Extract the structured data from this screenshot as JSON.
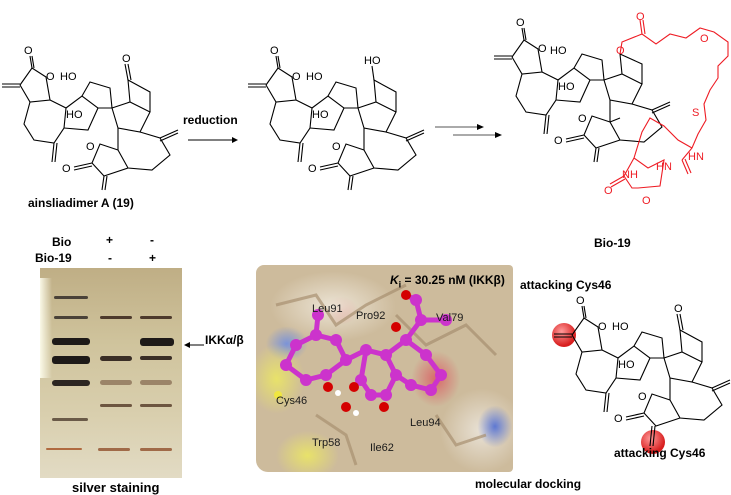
{
  "scheme": {
    "compound_1": {
      "name": "ainsliadimer A (19)",
      "labels": [
        "O",
        "O",
        "HO",
        "HO",
        "O",
        "O",
        "O"
      ]
    },
    "arrow_1": {
      "label": "reduction"
    },
    "compound_2": {
      "labels": [
        "O",
        "O",
        "HO",
        "HO",
        "HO",
        "O",
        "O"
      ]
    },
    "arrow_2": {
      "label": ""
    },
    "compound_3": {
      "name": "Bio-19",
      "labels": [
        "O",
        "O",
        "HO",
        "HO",
        "O",
        "O",
        "O",
        "O",
        "O",
        "HN",
        "S",
        "HN",
        "NH",
        "O",
        "O"
      ],
      "linker_color": "#ee1c24"
    }
  },
  "gel": {
    "rows": [
      {
        "label": "Bio",
        "lanes": [
          "+",
          "-"
        ]
      },
      {
        "label": "Bio-19",
        "lanes": [
          "-",
          "+"
        ]
      }
    ],
    "band_annotation": "IKKα/β",
    "caption": "silver staining"
  },
  "docking": {
    "ki_symbol": "K",
    "ki_sub": "i",
    "ki_value": " = 30.25 nM (IKKβ)",
    "residues": [
      "Leu91",
      "Pro92",
      "Val79",
      "Cys46",
      "Leu94",
      "Trp58",
      "Ile62"
    ],
    "caption": "molecular docking",
    "ligand_color": "#cc33cc"
  },
  "mechanism": {
    "label_top": "attacking Cys46",
    "label_bottom": "attacking Cys46",
    "highlight_color": "#e8332e"
  }
}
